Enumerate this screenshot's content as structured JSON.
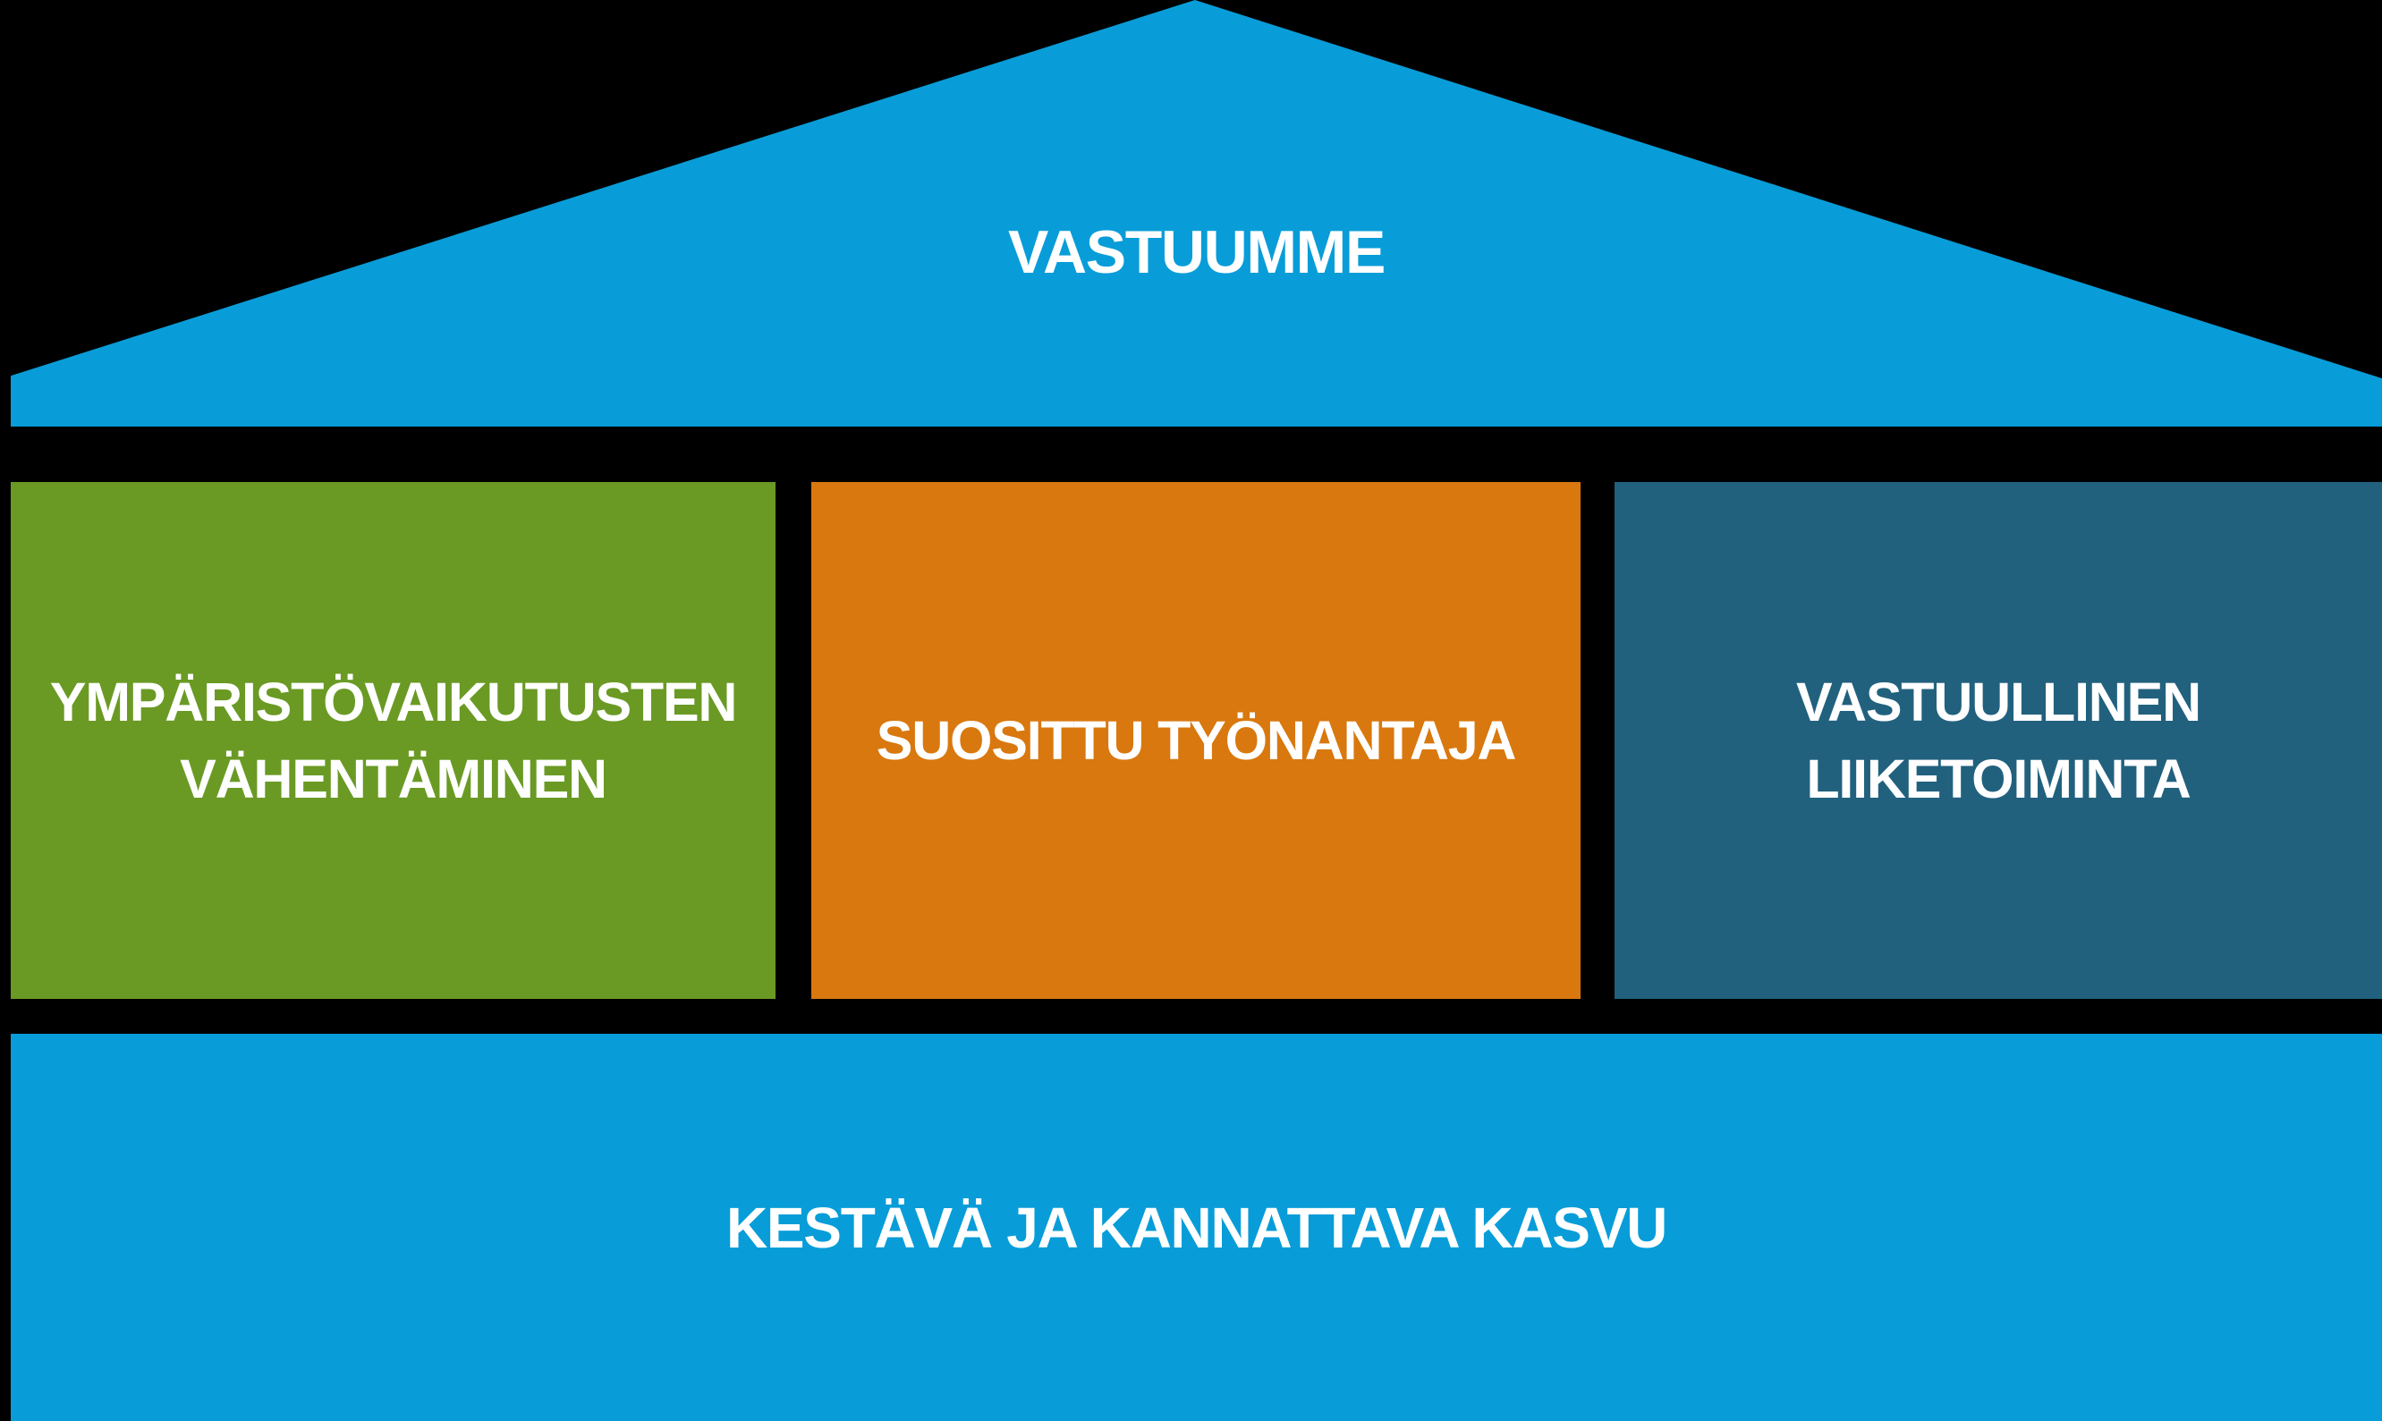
{
  "colors": {
    "background": "#000000",
    "roof": "#089dd8",
    "pillar_left": "#6a9a24",
    "pillar_middle": "#d9780e",
    "pillar_right": "#21617e",
    "base": "#089dd8",
    "text": "#ffffff"
  },
  "roof": {
    "label": "VASTUUMME"
  },
  "pillars": {
    "left": {
      "line1": "YMPÄRISTÖVAIKUTUSTEN",
      "line2": "VÄHENTÄMINEN"
    },
    "middle": {
      "line1": "SUOSITTU TYÖNANTAJA"
    },
    "right": {
      "line1": "VASTUULLINEN",
      "line2": "LIIKETOIMINTA"
    }
  },
  "base": {
    "label": "KESTÄVÄ JA KANNATTAVA KASVU"
  }
}
